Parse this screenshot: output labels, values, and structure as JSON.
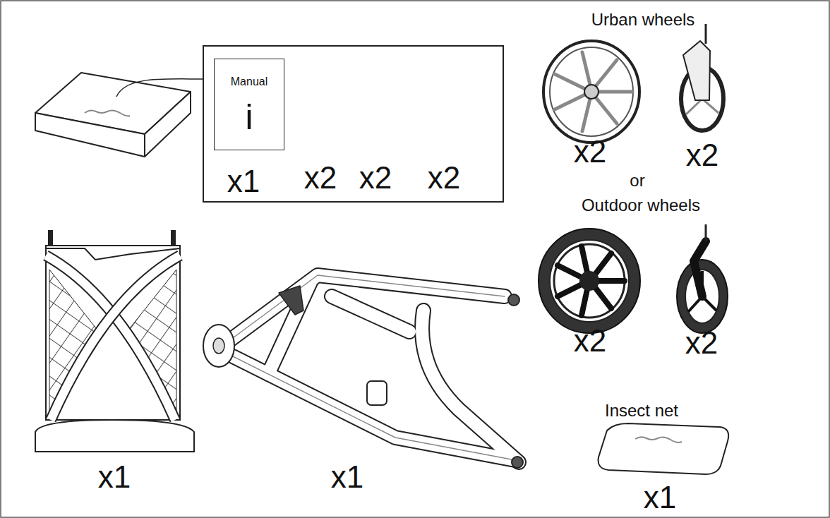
{
  "diagram": {
    "nodes": [
      {
        "text": [
          "x1",
          "x2",
          "x2",
          "x2"
        ]
      },
      {
        "text": [
          "Manual",
          "i"
        ],
        "in": 0
      }
    ],
    "labels": [
      "Urban wheels",
      "x2",
      "x2",
      "or",
      "Outdoor wheels",
      "x2",
      "x2",
      "Insect net",
      "x1",
      "x1",
      "x1"
    ]
  }
}
